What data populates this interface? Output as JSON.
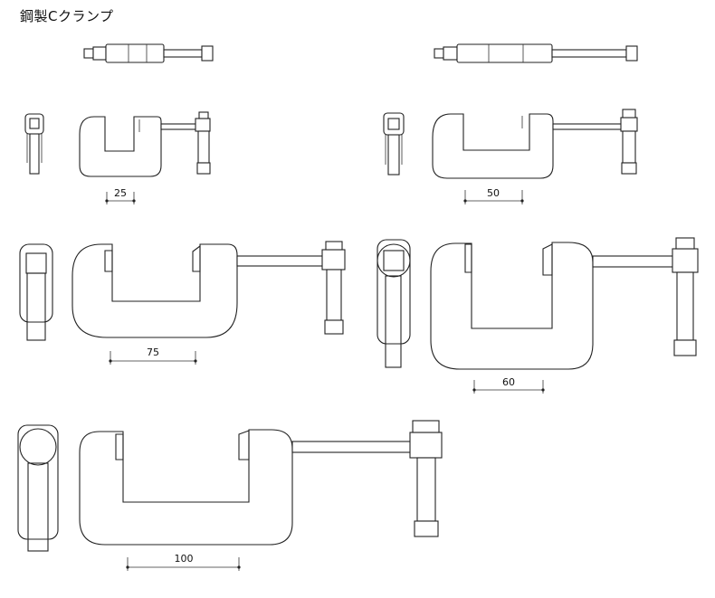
{
  "title": "鋼製Cクランプ",
  "dimensions": {
    "clamp_25": "25",
    "clamp_50": "50",
    "clamp_75": "75",
    "clamp_60": "60",
    "clamp_100": "100"
  }
}
